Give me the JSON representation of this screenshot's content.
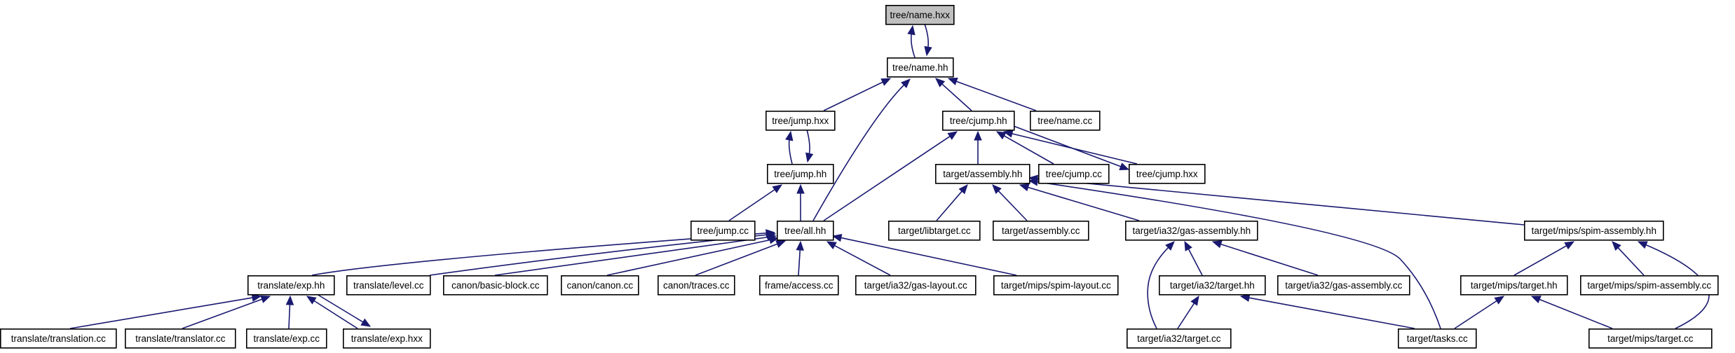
{
  "graph": {
    "arrow_color": "#191970",
    "root_fill": "#bfbfbf",
    "node_fill": "#ffffff",
    "nodes": [
      {
        "id": "name_hxx",
        "label": "tree/name.hxx",
        "root": true
      },
      {
        "id": "name_hh",
        "label": "tree/name.hh"
      },
      {
        "id": "jump_hxx",
        "label": "tree/jump.hxx"
      },
      {
        "id": "cjump_hh",
        "label": "tree/cjump.hh"
      },
      {
        "id": "name_cc",
        "label": "tree/name.cc"
      },
      {
        "id": "jump_hh",
        "label": "tree/jump.hh"
      },
      {
        "id": "assembly_hh",
        "label": "target/assembly.hh"
      },
      {
        "id": "cjump_cc",
        "label": "tree/cjump.cc"
      },
      {
        "id": "cjump_hxx",
        "label": "tree/cjump.hxx"
      },
      {
        "id": "jump_cc",
        "label": "tree/jump.cc"
      },
      {
        "id": "all_hh",
        "label": "tree/all.hh"
      },
      {
        "id": "libtarget_cc",
        "label": "target/libtarget.cc"
      },
      {
        "id": "assembly_cc",
        "label": "target/assembly.cc"
      },
      {
        "id": "ia32_gas_hh",
        "label": "target/ia32/gas-assembly.hh"
      },
      {
        "id": "mips_spim_hh",
        "label": "target/mips/spim-assembly.hh"
      },
      {
        "id": "exp_hh",
        "label": "translate/exp.hh"
      },
      {
        "id": "level_cc",
        "label": "translate/level.cc"
      },
      {
        "id": "basic_block_cc",
        "label": "canon/basic-block.cc"
      },
      {
        "id": "canon_cc",
        "label": "canon/canon.cc"
      },
      {
        "id": "traces_cc",
        "label": "canon/traces.cc"
      },
      {
        "id": "access_cc",
        "label": "frame/access.cc"
      },
      {
        "id": "ia32_layout_cc",
        "label": "target/ia32/gas-layout.cc"
      },
      {
        "id": "mips_layout_cc",
        "label": "target/mips/spim-layout.cc"
      },
      {
        "id": "ia32_target_hh",
        "label": "target/ia32/target.hh"
      },
      {
        "id": "ia32_gas_cc",
        "label": "target/ia32/gas-assembly.cc"
      },
      {
        "id": "mips_target_hh",
        "label": "target/mips/target.hh"
      },
      {
        "id": "mips_spim_cc",
        "label": "target/mips/spim-assembly.cc"
      },
      {
        "id": "translation_cc",
        "label": "translate/translation.cc"
      },
      {
        "id": "translator_cc",
        "label": "translate/translator.cc"
      },
      {
        "id": "exp_cc",
        "label": "translate/exp.cc"
      },
      {
        "id": "exp_hxx",
        "label": "translate/exp.hxx"
      },
      {
        "id": "ia32_target_cc",
        "label": "target/ia32/target.cc"
      },
      {
        "id": "tasks_cc",
        "label": "target/tasks.cc"
      },
      {
        "id": "mips_target_cc",
        "label": "target/mips/target.cc"
      }
    ],
    "edges": [
      {
        "from": "name_hh",
        "to": "name_hxx"
      },
      {
        "from": "name_hxx",
        "to": "name_hh"
      },
      {
        "from": "jump_hxx",
        "to": "name_hh"
      },
      {
        "from": "cjump_hh",
        "to": "name_hh"
      },
      {
        "from": "name_cc",
        "to": "name_hh"
      },
      {
        "from": "all_hh",
        "to": "name_hh"
      },
      {
        "from": "jump_hh",
        "to": "jump_hxx"
      },
      {
        "from": "jump_hxx",
        "to": "jump_hh"
      },
      {
        "from": "jump_cc",
        "to": "jump_hh"
      },
      {
        "from": "all_hh",
        "to": "jump_hh"
      },
      {
        "from": "assembly_hh",
        "to": "cjump_hh"
      },
      {
        "from": "cjump_cc",
        "to": "cjump_hh"
      },
      {
        "from": "cjump_hxx",
        "to": "cjump_hh"
      },
      {
        "from": "cjump_hh",
        "to": "cjump_hxx"
      },
      {
        "from": "all_hh",
        "to": "cjump_hh"
      },
      {
        "from": "libtarget_cc",
        "to": "assembly_hh"
      },
      {
        "from": "assembly_cc",
        "to": "assembly_hh"
      },
      {
        "from": "ia32_gas_hh",
        "to": "assembly_hh"
      },
      {
        "from": "mips_spim_hh",
        "to": "assembly_hh"
      },
      {
        "from": "tasks_cc",
        "to": "assembly_hh"
      },
      {
        "from": "exp_hh",
        "to": "all_hh"
      },
      {
        "from": "level_cc",
        "to": "all_hh"
      },
      {
        "from": "basic_block_cc",
        "to": "all_hh"
      },
      {
        "from": "canon_cc",
        "to": "all_hh"
      },
      {
        "from": "traces_cc",
        "to": "all_hh"
      },
      {
        "from": "access_cc",
        "to": "all_hh"
      },
      {
        "from": "ia32_layout_cc",
        "to": "all_hh"
      },
      {
        "from": "mips_layout_cc",
        "to": "all_hh"
      },
      {
        "from": "ia32_target_hh",
        "to": "ia32_gas_hh"
      },
      {
        "from": "ia32_gas_cc",
        "to": "ia32_gas_hh"
      },
      {
        "from": "ia32_target_cc",
        "to": "ia32_gas_hh"
      },
      {
        "from": "mips_target_hh",
        "to": "mips_spim_hh"
      },
      {
        "from": "mips_spim_cc",
        "to": "mips_spim_hh"
      },
      {
        "from": "mips_target_cc",
        "to": "mips_spim_hh"
      },
      {
        "from": "translation_cc",
        "to": "exp_hh"
      },
      {
        "from": "translator_cc",
        "to": "exp_hh"
      },
      {
        "from": "exp_cc",
        "to": "exp_hh"
      },
      {
        "from": "exp_hxx",
        "to": "exp_hh"
      },
      {
        "from": "exp_hh",
        "to": "exp_hxx"
      },
      {
        "from": "ia32_target_cc",
        "to": "ia32_target_hh"
      },
      {
        "from": "tasks_cc",
        "to": "ia32_target_hh"
      },
      {
        "from": "tasks_cc",
        "to": "mips_target_hh"
      },
      {
        "from": "mips_target_cc",
        "to": "mips_target_hh"
      }
    ]
  }
}
